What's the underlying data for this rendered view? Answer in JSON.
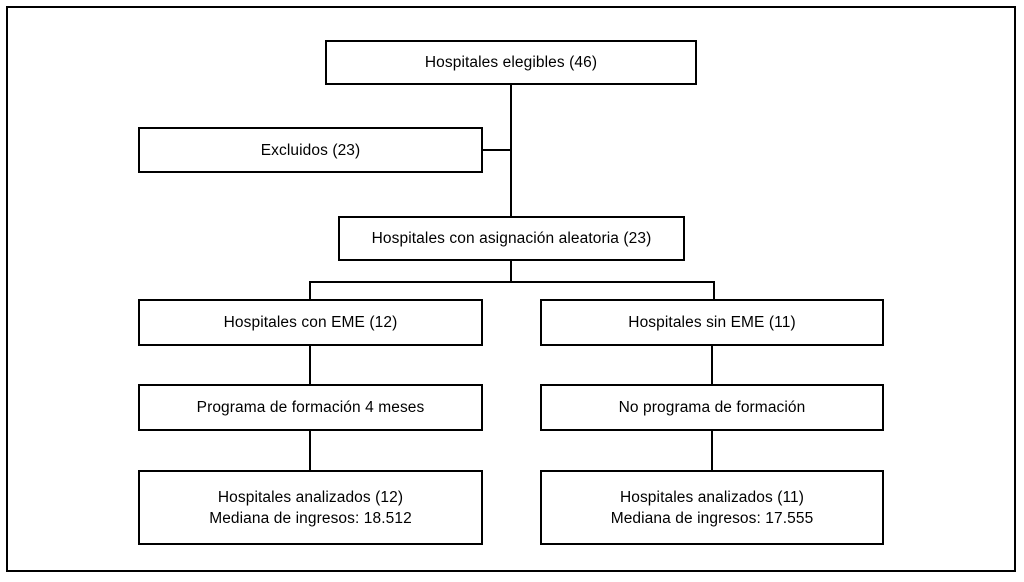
{
  "figure": {
    "type": "flowchart",
    "language": "es",
    "title_visible": false,
    "border_color": "#000000",
    "background_color": "#ffffff"
  },
  "chart_data": {
    "type": "table",
    "title": "",
    "nodes": [
      {
        "id": "eligible",
        "label": "Hospitales elegibles (46)",
        "count": 46
      },
      {
        "id": "excluded",
        "label": "Excluidos (23)",
        "count": 23
      },
      {
        "id": "randomized",
        "label": "Hospitales con asignación aleatoria (23)",
        "count": 23
      },
      {
        "id": "with-eme",
        "label": "Hospitales con EME (12)",
        "count": 12
      },
      {
        "id": "without-eme",
        "label": "Hospitales sin EME (11)",
        "count": 11
      },
      {
        "id": "training",
        "label": "Programa de formación 4 meses",
        "count": null
      },
      {
        "id": "no-training",
        "label": "No programa de formación",
        "count": null
      },
      {
        "id": "analyzed-left",
        "label": "Hospitales analizados (12)",
        "count": 12,
        "median_admissions": "18.512"
      },
      {
        "id": "analyzed-right",
        "label": "Hospitales analizados (11)",
        "count": 11,
        "median_admissions": "17.555"
      }
    ],
    "edges": [
      {
        "from": "eligible",
        "to": "randomized"
      },
      {
        "from": "eligible",
        "to": "excluded"
      },
      {
        "from": "randomized",
        "to": "with-eme"
      },
      {
        "from": "randomized",
        "to": "without-eme"
      },
      {
        "from": "with-eme",
        "to": "training"
      },
      {
        "from": "without-eme",
        "to": "no-training"
      },
      {
        "from": "training",
        "to": "analyzed-left"
      },
      {
        "from": "no-training",
        "to": "analyzed-right"
      }
    ]
  },
  "boxes": {
    "eligible": {
      "line1": "Hospitales elegibles (46)"
    },
    "excluded": {
      "line1": "Excluidos (23)"
    },
    "randomized": {
      "line1": "Hospitales con asignación aleatoria (23)"
    },
    "with_eme": {
      "line1": "Hospitales con EME (12)"
    },
    "without_eme": {
      "line1": "Hospitales sin EME (11)"
    },
    "training": {
      "line1": "Programa de formación 4 meses"
    },
    "no_training": {
      "line1": "No programa de formación"
    },
    "analyzed_left": {
      "line1": "Hospitales analizados (12)",
      "line2": "Mediana de ingresos: 18.512"
    },
    "analyzed_right": {
      "line1": "Hospitales analizados (11)",
      "line2": "Mediana de ingresos: 17.555"
    }
  }
}
